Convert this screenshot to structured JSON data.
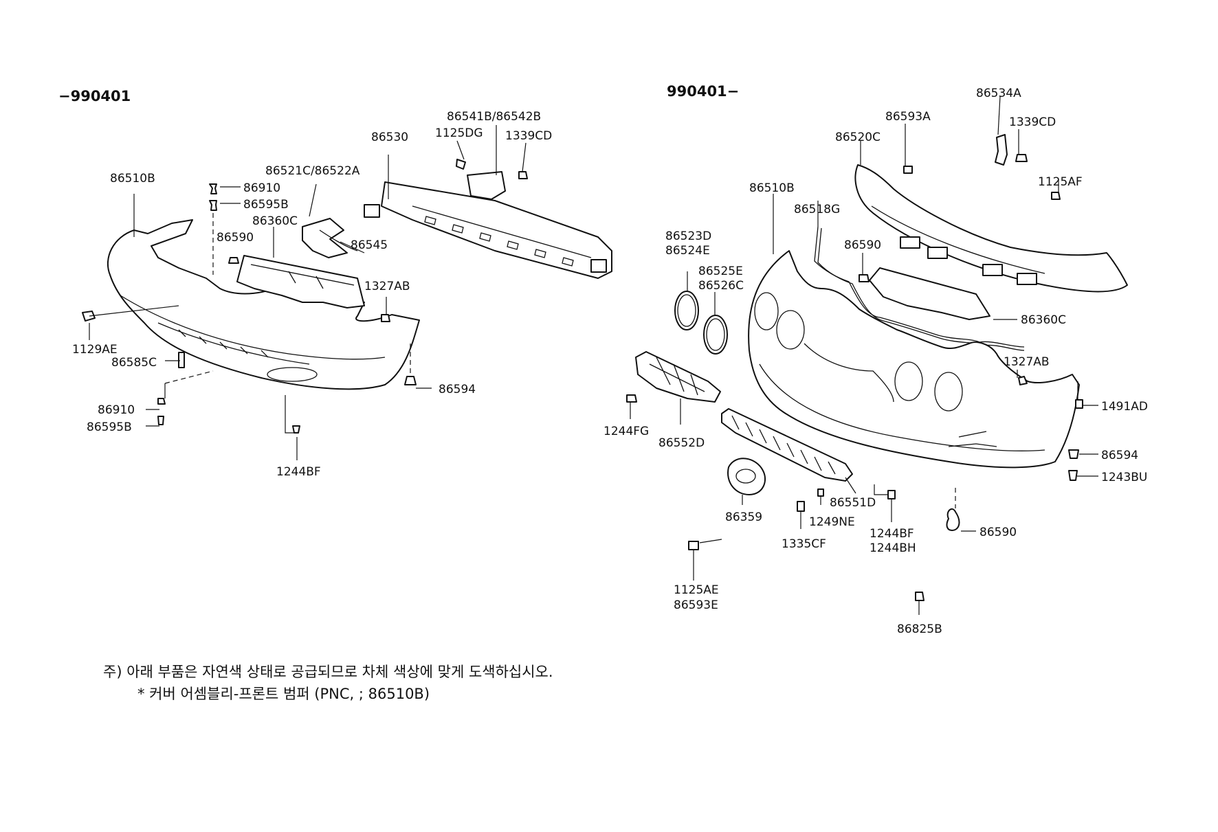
{
  "headers": {
    "left_range": "−990401",
    "right_range": "990401−"
  },
  "labels_left": {
    "l_86510B": "86510B",
    "l_86910_a": "86910",
    "l_86595B_a": "86595B",
    "l_86360C": "86360C",
    "l_86590": "86590",
    "l_86521C": "86521C/86522A",
    "l_86545": "86545",
    "l_86530": "86530",
    "l_86541B": "86541B/86542B",
    "l_1125DG": "1125DG",
    "l_1339CD": "1339CD",
    "l_1327AB": "1327AB",
    "l_1129AE": "1129AE",
    "l_86585C": "86585C",
    "l_86594": "86594",
    "l_86910_b": "86910",
    "l_86595B_b": "86595B",
    "l_1244BF": "1244BF"
  },
  "labels_right": {
    "r_86534A": "86534A",
    "r_86593A": "86593A",
    "r_1339CD": "1339CD",
    "r_86520C": "86520C",
    "r_1125AF": "1125AF",
    "r_86510B": "86510B",
    "r_86518G": "86518G",
    "r_86523D": "86523D",
    "r_86524E": "86524E",
    "r_86525E": "86525E",
    "r_86526C": "86526C",
    "r_86590_a": "86590",
    "r_86360C": "86360C",
    "r_1327AB": "1327AB",
    "r_1491AD": "1491AD",
    "r_86594": "86594",
    "r_1243BU": "1243BU",
    "r_1244FG": "1244FG",
    "r_86552D": "86552D",
    "r_86551D": "86551D",
    "r_86359": "86359",
    "r_1249NE": "1249NE",
    "r_1335CF": "1335CF",
    "r_1244BF": "1244BF",
    "r_1244BH": "1244BH",
    "r_86590_b": "86590",
    "r_1125AE": "1125AE",
    "r_86593E": "86593E",
    "r_86825B": "86825B"
  },
  "note": {
    "line1": "주) 아래 부품은 자연색 상태로 공급되므로 차체 색상에 맞게 도색하십시오.",
    "line2": "* 커버 어셈블리-프론트 범퍼 (PNC, ; 86510B)"
  }
}
